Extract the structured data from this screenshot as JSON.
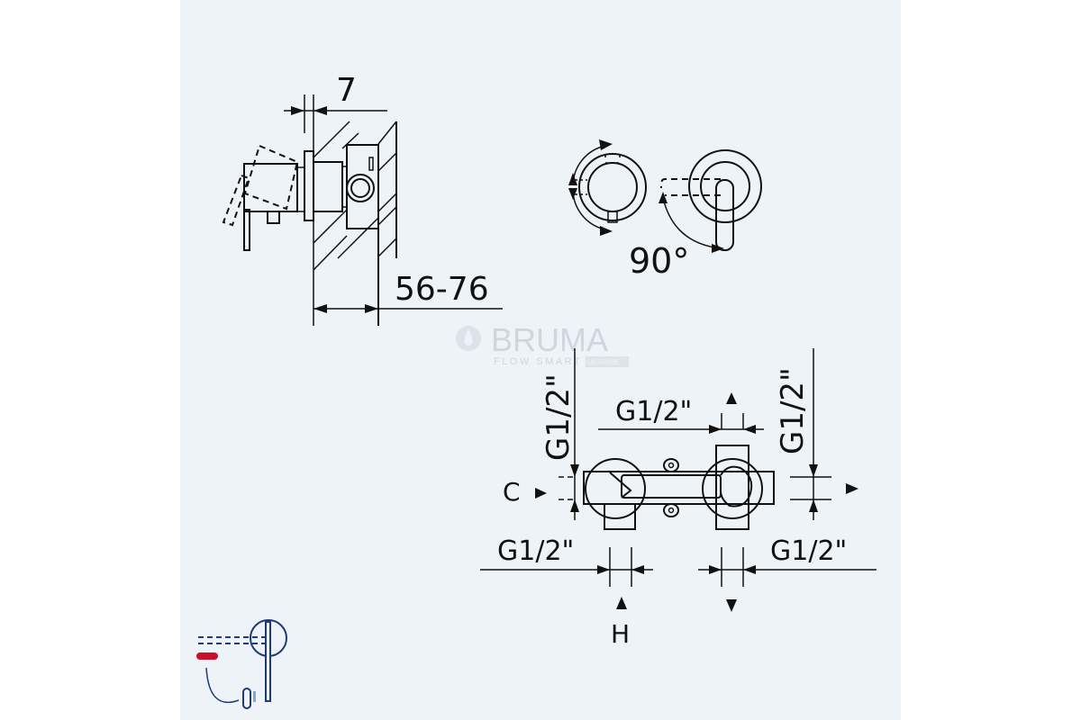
{
  "side_view": {
    "offset_dim": "7",
    "depth_dim": "56-76"
  },
  "front_view": {
    "rotation_label": "90°"
  },
  "connections": {
    "top_left_vertical": "G1/2\"",
    "top_center": "G1/2\"",
    "top_right_vertical": "G1/2\"",
    "bottom_left": "G1/2\"",
    "bottom_right": "G1/2\"",
    "cold_label": "C",
    "hot_label": "H"
  },
  "watermark": {
    "brand": "BRUMA",
    "tagline": "FLOW SMART",
    "country": "UKRAINE"
  },
  "colors": {
    "panel": "#eef3f8",
    "icon_blue": "#1f3a7a",
    "icon_red": "#c8102e",
    "icon_light_blue": "#7fa8d8"
  }
}
